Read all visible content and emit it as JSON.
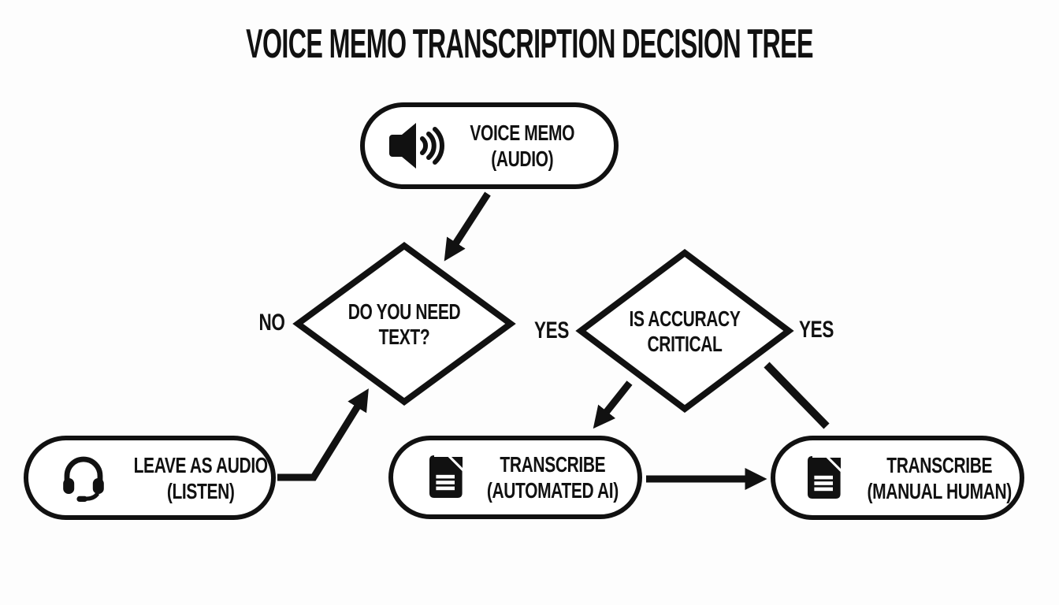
{
  "title": "VOICE MEMO TRANSCRIPTION DECISION TREE",
  "colors": {
    "ink": "#111111",
    "background": "#fdfdfd",
    "node_fill": "#ffffff"
  },
  "nodes": {
    "voice_memo": {
      "line1": "VOICE MEMO",
      "line2": "(AUDIO)",
      "icon": "speaker-icon"
    },
    "need_text": {
      "line1": "DO YOU NEED",
      "line2": "TEXT?"
    },
    "accuracy_critical": {
      "line1": "IS ACCURACY",
      "line2": "CRITICAL"
    },
    "leave_as_audio": {
      "line1": "LEAVE AS AUDIO",
      "line2": "(LISTEN)",
      "icon": "headset-icon"
    },
    "transcribe_ai": {
      "line1": "TRANSCRIBE",
      "line2": "(AUTOMATED AI)",
      "icon": "document-icon"
    },
    "transcribe_human": {
      "line1": "TRANSCRIBE",
      "line2": "(MANUAL HUMAN)",
      "icon": "document-icon"
    }
  },
  "edge_labels": {
    "no": "NO",
    "yes_mid": "YES",
    "yes_right": "YES"
  }
}
